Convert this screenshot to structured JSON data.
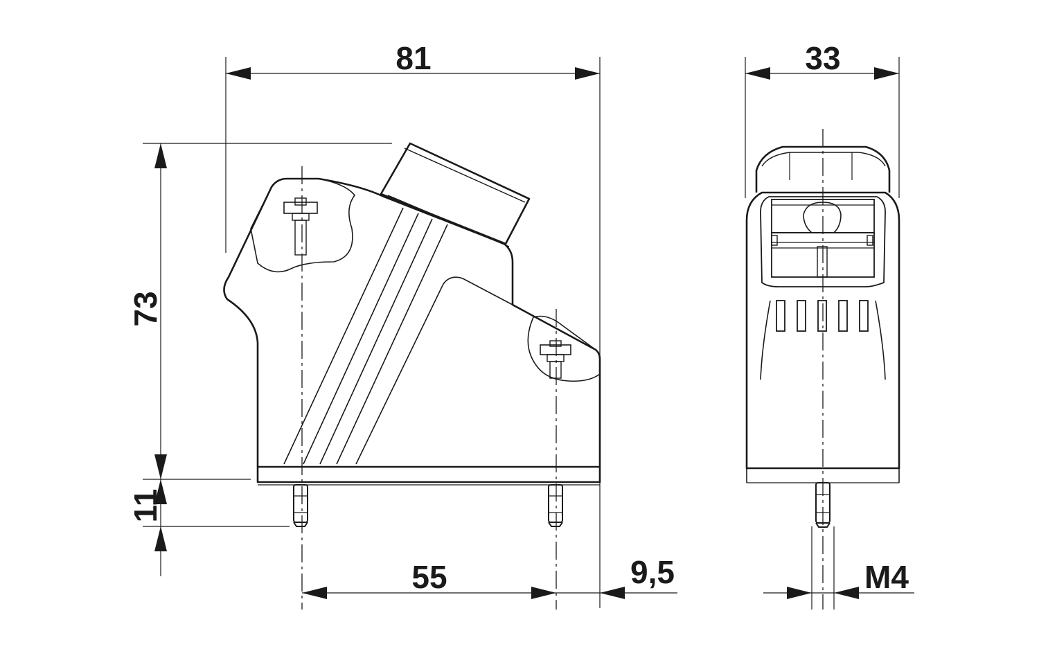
{
  "drawing": {
    "line_color": "#1a1a1a",
    "background": "#ffffff",
    "dimensions": {
      "width_side": "81",
      "height_total": "73",
      "pin_length": "11",
      "pin_spacing": "55",
      "pin_offset": "9,5",
      "width_front": "33",
      "thread": "M4"
    }
  }
}
